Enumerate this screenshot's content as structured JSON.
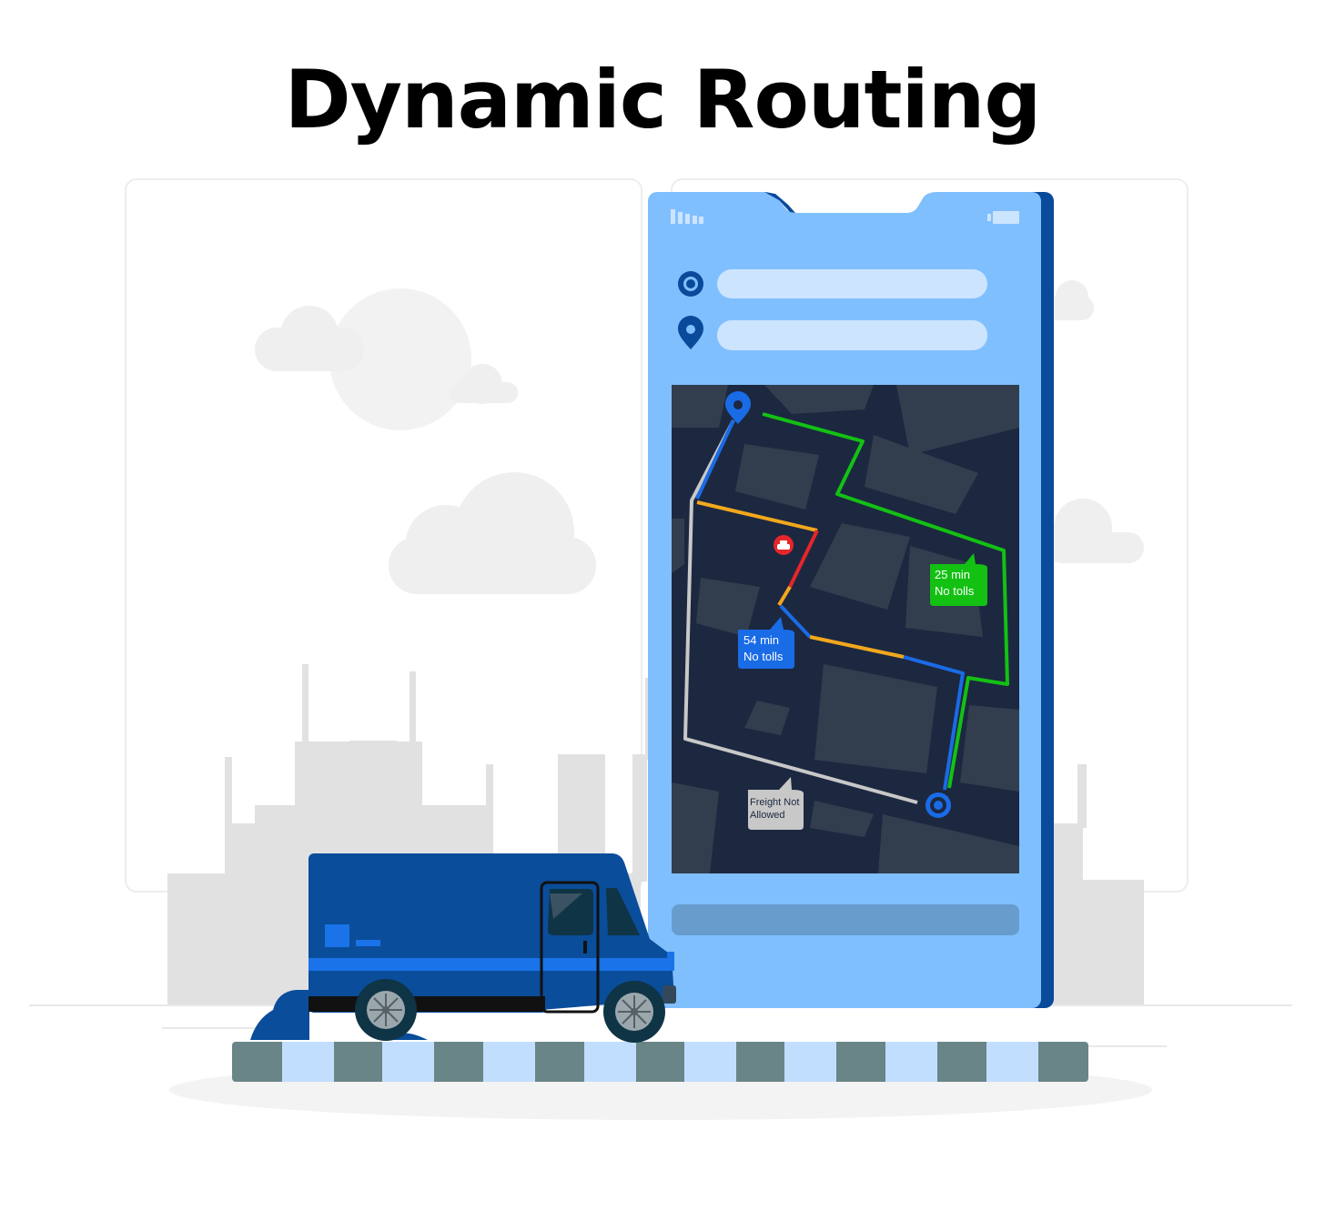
{
  "title": "Dynamic Routing",
  "phone": {
    "origin_icon": "origin-target-icon",
    "destination_icon": "location-pin-icon",
    "signal_icon": "signal-bars-icon",
    "battery_icon": "battery-icon"
  },
  "map": {
    "routes": [
      {
        "name": "green-route",
        "color": "#13C113"
      },
      {
        "name": "blue-yellow-route",
        "color": "#1A6BE6"
      },
      {
        "name": "gray-route",
        "color": "#C8C8C8"
      }
    ],
    "incident_icon": "car-crash-icon",
    "bubbles": {
      "green": {
        "line1": "25 min",
        "line2": "No tolls"
      },
      "blue": {
        "line1": "54 min",
        "line2": "No tolls"
      },
      "gray": {
        "line1": "Freight Not",
        "line2": "Allowed"
      }
    }
  },
  "colors": {
    "phone_body": "#80BFFE",
    "phone_edge": "#0A4A9A",
    "map_bg": "#1C2840",
    "truck_body": "#0A4D9A",
    "truck_stripe": "#1A73E8"
  }
}
